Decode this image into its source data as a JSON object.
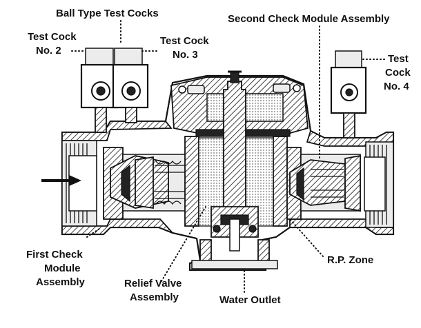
{
  "labels": {
    "ball_type_test_cocks": "Ball Type Test Cocks",
    "second_check_module_line1": "Second Check Module Assembly",
    "test_cock_2_line1": "Test Cock",
    "test_cock_2_line2": "No. 2",
    "test_cock_3_line1": "Test Cock",
    "test_cock_3_line2": "No. 3",
    "test_cock_4_line1": "Test",
    "test_cock_4_line2": "Cock",
    "test_cock_4_line3": "No. 4",
    "first_check_line1": "First Check",
    "first_check_line2": "Module",
    "first_check_line3": "Assembly",
    "relief_valve_line1": "Relief Valve",
    "relief_valve_line2": "Assembly",
    "water_outlet": "Water Outlet",
    "rp_zone": "R.P. Zone"
  }
}
